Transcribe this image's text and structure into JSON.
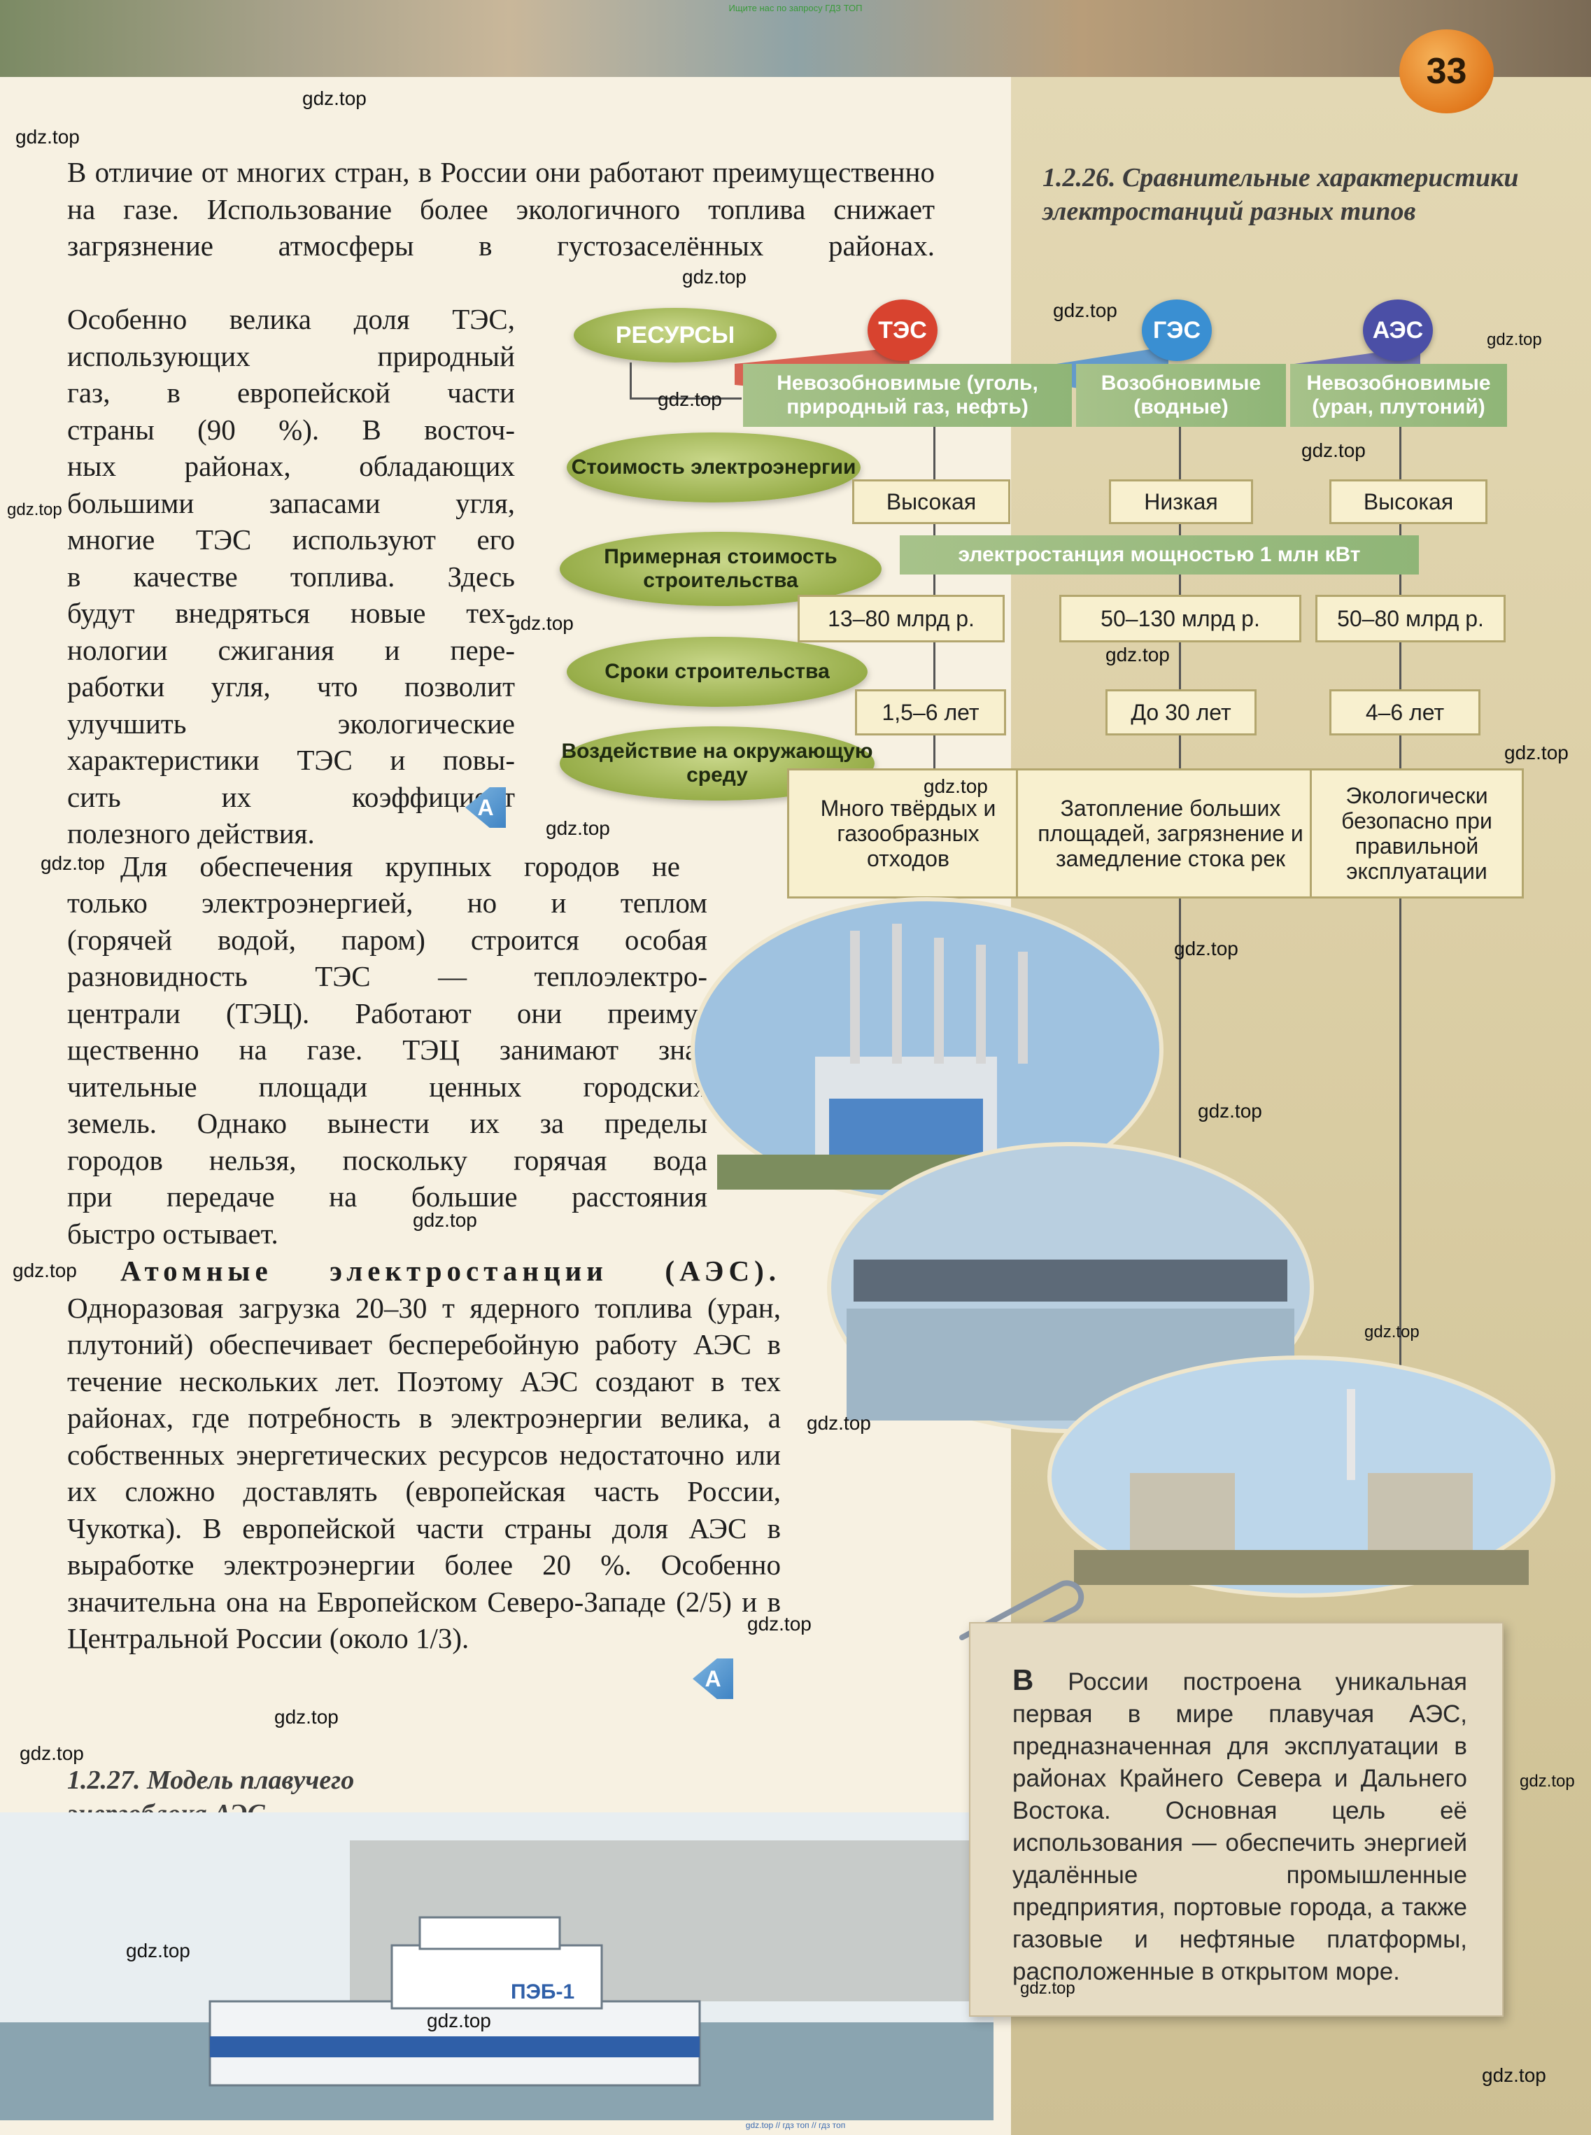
{
  "header": {
    "top_link": "Ищите нас по запросу ГДЗ ТОП",
    "page_number": "33"
  },
  "watermarks": {
    "label": "gdz.top"
  },
  "main_text": {
    "paragraph1": "В отличие от многих стран, в России они работают преимущественно на газе. Использование более экологичного топлива снижает загрязнение атмосферы в густозаселённых районах.",
    "paragraph1_cont_lines": [
      "Особенно велика доля ТЭС,",
      "использующих природный",
      "газ, в европейской части",
      "страны (90 %). В восточ-",
      "ных районах, обладающих",
      "большими запасами угля,",
      "многие ТЭС используют его",
      "в качестве топлива. Здесь",
      "будут внедряться новые тех-",
      "нологии сжигания и пере-",
      "работки угля, что позволит",
      "улучшить экологические",
      "характеристики ТЭС и повы-",
      "сить их коэффициент",
      "полезного действия."
    ],
    "paragraph2_lines": [
      "Для обеспечения крупных городов не",
      "только электроэнергией, но и теплом",
      "(горячей водой, паром) строится особая",
      "разновидность ТЭС — теплоэлектро-",
      "централи (ТЭЦ). Работают они преиму-",
      "щественно на газе. ТЭЦ занимают зна-",
      "чительные площади ценных городских",
      "земель. Однако вынести их за пределы",
      "городов нельзя, поскольку горячая вода",
      "при передаче на большие расстояния",
      "быстро остывает."
    ],
    "paragraph3_heading": "Атомные электростанции (АЭС).",
    "paragraph3": "Одноразовая загрузка 20–30 т ядерного топлива (уран, плутоний) обеспечивает бесперебойную работу АЭС в течение нескольких лет. Поэтому АЭС создают в тех районах, где потребность в электроэнергии велика, а собственных энергетических ресурсов недостаточно или их сложно доставлять (европейская часть России, Чукотка). В европейской части страны доля АЭС в выработке электроэнергии более 20 %. Особенно значительна она на Европейском Северо-Западе (2/5) и в Центральной России (около 1/3).",
    "marker_a": "A"
  },
  "figure_caption_1": {
    "number": "1.2.26.",
    "title": "Сравнительные характеристики электростанций разных типов"
  },
  "figure_caption_2": {
    "number": "1.2.27.",
    "title": "Модель плавучего энергоблока АЭС"
  },
  "diagram": {
    "row_labels": {
      "resources": "РЕСУРСЫ",
      "cost": "Стоимость электроэнергии",
      "build_cost": "Примерная стоимость строительства",
      "build_time": "Сроки строительства",
      "impact": "Воздействие на окружающую среду"
    },
    "power_bar": "электростанция мощностью 1 млн кВт",
    "columns": [
      {
        "name": "ТЭС",
        "color": "#d8432f",
        "resources": "Невозобновимые (уголь, природный газ, нефть)",
        "cost": "Высокая",
        "build_cost": "13–80 млрд р.",
        "build_time": "1,5–6 лет",
        "impact": "Много твёрдых и газообразных отходов"
      },
      {
        "name": "ГЭС",
        "color": "#3a8fd2",
        "resources": "Возобновимые (водные)",
        "cost": "Низкая",
        "build_cost": "50–130 млрд р.",
        "build_time": "До 30 лет",
        "impact": "Затопление больших площадей, загрязнение и замедление стока рек"
      },
      {
        "name": "АЭС",
        "color": "#4b4fa6",
        "resources": "Невозобновимые (уран, плутоний)",
        "cost": "Высокая",
        "build_cost": "50–80 млрд р.",
        "build_time": "4–6 лет",
        "impact": "Экологически безопасно при правильной эксплуатации"
      }
    ]
  },
  "infobox": {
    "dropcap": "В",
    "text": " России построена уникальная первая в мире плавучая АЭС, предназначенная для эксплуатации в районах Крайнего Севера и Дальнего Востока. Основная цель её использования — обеспечить энергией удалённые промышленные предприятия, портовые города, а также газовые и нефтяные платформы, расположенные в открытом море."
  },
  "ship": {
    "label": "ПЭБ-1"
  },
  "footer": {
    "bottom_link": "gdz.top // гдз топ // гдз топ"
  }
}
